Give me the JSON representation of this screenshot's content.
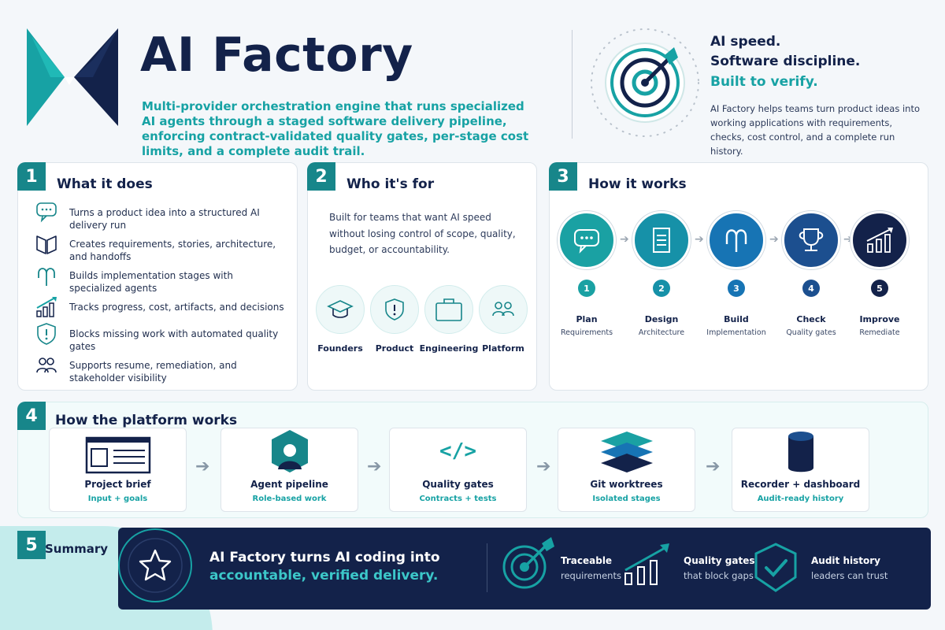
{
  "header": {
    "title": "AI Factory",
    "subtitle": "Multi-provider orchestration engine that runs specialized AI agents through a staged software delivery pipeline, enforcing contract-validated quality gates, per-stage cost limits, and a complete audit trail.",
    "tagline": [
      "AI speed.",
      "Software discipline.",
      "Built to verify."
    ],
    "description": "AI Factory helps teams turn product ideas into working applications with requirements, checks, cost control, and a complete run history."
  },
  "section1": {
    "number": "1",
    "title": "What it does",
    "items": [
      {
        "icon": "chat-bubble-icon",
        "text": "Turns a product idea into a structured AI delivery run"
      },
      {
        "icon": "open-book-icon",
        "text": "Creates requirements, stories, architecture, and handoffs"
      },
      {
        "icon": "branch-icon",
        "text": "Builds implementation stages with specialized agents"
      },
      {
        "icon": "growth-chart-icon",
        "text": "Tracks progress, cost, artifacts, and decisions"
      },
      {
        "icon": "warning-shield-icon",
        "text": "Blocks missing work with automated quality gates"
      },
      {
        "icon": "people-icon",
        "text": "Supports resume, remediation, and stakeholder visibility"
      }
    ]
  },
  "section2": {
    "number": "2",
    "title": "Who it's for",
    "description": "Built for teams that want AI speed without losing control of scope, quality, budget, or accountability.",
    "audiences": [
      {
        "label": "Founders",
        "icon": "graduation-cap-icon"
      },
      {
        "label": "Product",
        "icon": "shield-icon"
      },
      {
        "label": "Engineering",
        "icon": "briefcase-icon"
      },
      {
        "label": "Platform",
        "icon": "people-icon"
      }
    ]
  },
  "section3": {
    "number": "3",
    "title": "How it works",
    "steps": [
      {
        "num": "1",
        "name": "Plan",
        "sub": "Requirements",
        "icon": "chat-bubble-icon",
        "color": "#1aa1a3"
      },
      {
        "num": "2",
        "name": "Design",
        "sub": "Architecture",
        "icon": "document-icon",
        "color": "#1691a8"
      },
      {
        "num": "3",
        "name": "Build",
        "sub": "Implementation",
        "icon": "branch-icon",
        "color": "#1774b4"
      },
      {
        "num": "4",
        "name": "Check",
        "sub": "Quality gates",
        "icon": "trophy-icon",
        "color": "#1c4f8f"
      },
      {
        "num": "5",
        "name": "Improve",
        "sub": "Remediate",
        "icon": "growth-chart-icon",
        "color": "#13224a"
      }
    ]
  },
  "section4": {
    "number": "4",
    "title": "How the platform works",
    "steps": [
      {
        "title": "Project brief",
        "sub": "Input + goals",
        "icon": "window-icon"
      },
      {
        "title": "Agent pipeline",
        "sub": "Role-based work",
        "icon": "agent-icon"
      },
      {
        "title": "Quality gates",
        "sub": "Contracts + tests",
        "icon": "code-icon"
      },
      {
        "title": "Git worktrees",
        "sub": "Isolated stages",
        "icon": "layers-icon"
      },
      {
        "title": "Recorder + dashboard",
        "sub": "Audit-ready history",
        "icon": "database-icon"
      }
    ]
  },
  "section5": {
    "number": "5",
    "title": "Summary",
    "line1": "AI Factory turns AI coding into",
    "line2": "accountable, verified delivery.",
    "features": [
      {
        "title": "Traceable",
        "sub": "requirements",
        "icon": "target-icon"
      },
      {
        "title": "Quality gates",
        "sub": "that block gaps",
        "icon": "growth-chart-icon"
      },
      {
        "title": "Audit history",
        "sub": "leaders can trust",
        "icon": "check-shield-icon"
      }
    ]
  },
  "colors": {
    "navy": "#13224a",
    "teal": "#17a2a4",
    "dark_teal": "#17868a"
  }
}
